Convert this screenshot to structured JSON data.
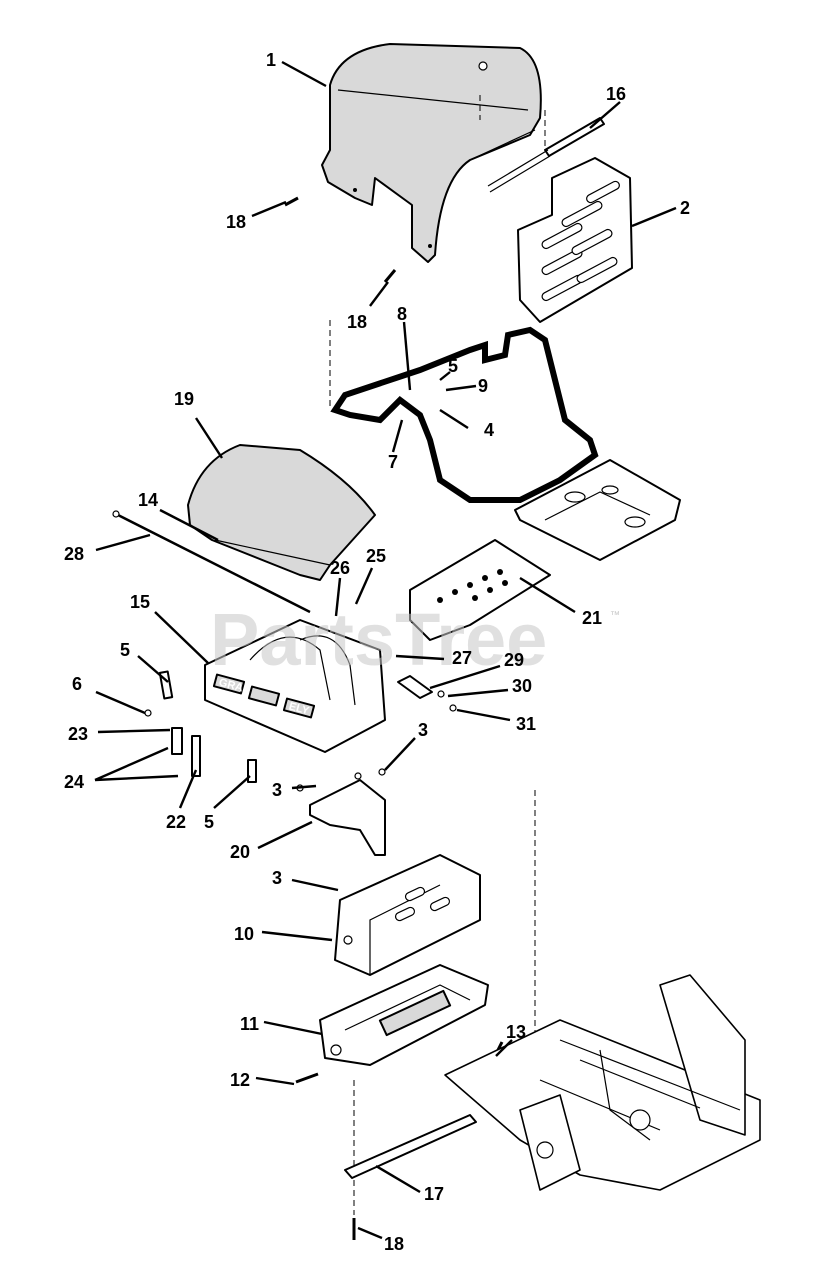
{
  "watermark": {
    "text": "PartsTree",
    "trademark": "™"
  },
  "callouts": [
    {
      "id": "c1",
      "text": "1"
    },
    {
      "id": "c16",
      "text": "16"
    },
    {
      "id": "c2",
      "text": "2"
    },
    {
      "id": "c18a",
      "text": "18"
    },
    {
      "id": "c18b",
      "text": "18"
    },
    {
      "id": "c8",
      "text": "8"
    },
    {
      "id": "c5a",
      "text": "5"
    },
    {
      "id": "c9",
      "text": "9"
    },
    {
      "id": "c4",
      "text": "4"
    },
    {
      "id": "c7",
      "text": "7"
    },
    {
      "id": "c19",
      "text": "19"
    },
    {
      "id": "c14",
      "text": "14"
    },
    {
      "id": "c28",
      "text": "28"
    },
    {
      "id": "c26",
      "text": "26"
    },
    {
      "id": "c25",
      "text": "25"
    },
    {
      "id": "c21",
      "text": "21"
    },
    {
      "id": "c15",
      "text": "15"
    },
    {
      "id": "c27",
      "text": "27"
    },
    {
      "id": "c29",
      "text": "29"
    },
    {
      "id": "c5b",
      "text": "5"
    },
    {
      "id": "c6",
      "text": "6"
    },
    {
      "id": "c30",
      "text": "30"
    },
    {
      "id": "c31",
      "text": "31"
    },
    {
      "id": "c23",
      "text": "23"
    },
    {
      "id": "c3a",
      "text": "3"
    },
    {
      "id": "c24",
      "text": "24"
    },
    {
      "id": "c3b",
      "text": "3"
    },
    {
      "id": "c22",
      "text": "22"
    },
    {
      "id": "c5c",
      "text": "5"
    },
    {
      "id": "c20",
      "text": "20"
    },
    {
      "id": "c3c",
      "text": "3"
    },
    {
      "id": "c10",
      "text": "10"
    },
    {
      "id": "c11",
      "text": "11"
    },
    {
      "id": "c13",
      "text": "13"
    },
    {
      "id": "c12",
      "text": "12"
    },
    {
      "id": "c17",
      "text": "17"
    },
    {
      "id": "c18c",
      "text": "18"
    }
  ],
  "decal_text": {
    "left": "GRA",
    "right": "ELY"
  }
}
